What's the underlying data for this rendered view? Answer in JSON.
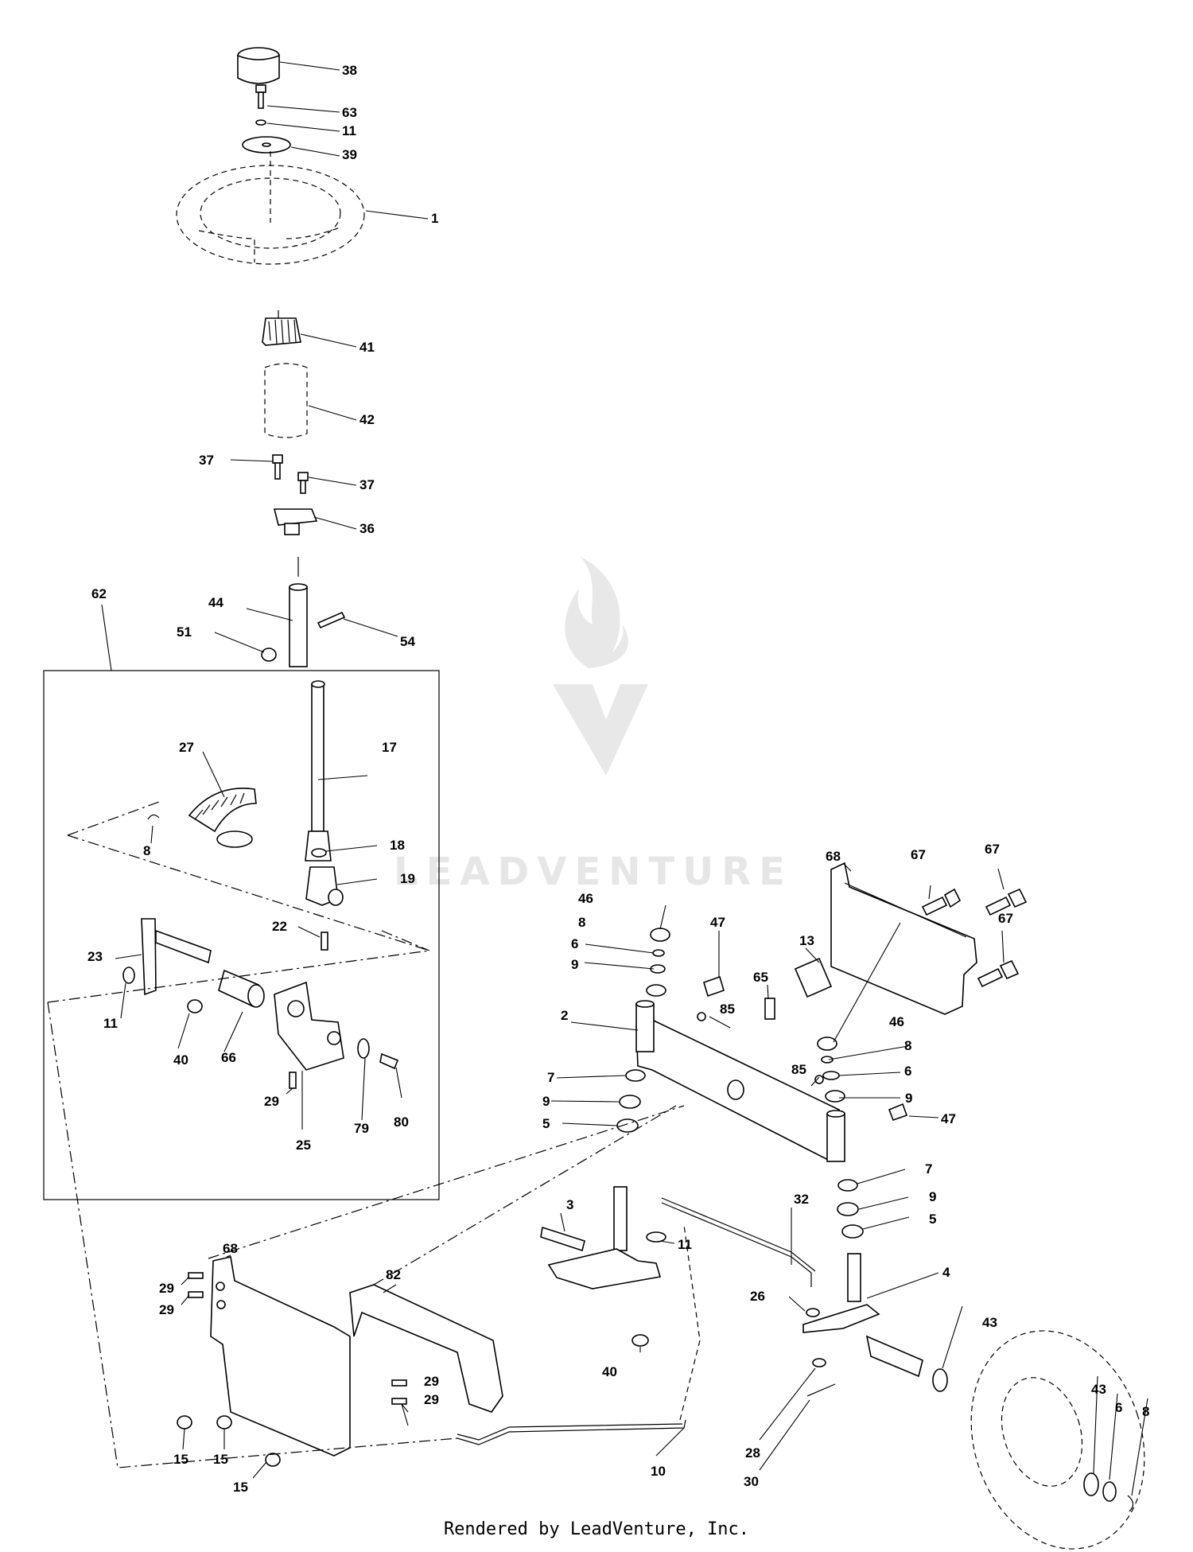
{
  "watermark": {
    "text": "LEADVENTURE"
  },
  "footer": {
    "text": "Rendered by LeadVenture, Inc."
  },
  "callouts": {
    "c38": "38",
    "c63": "63",
    "c11a": "11",
    "c39": "39",
    "c1": "1",
    "c41": "41",
    "c42": "42",
    "c37a": "37",
    "c37b": "37",
    "c36": "36",
    "c62": "62",
    "c44": "44",
    "c54": "54",
    "c51": "51",
    "c27": "27",
    "c17": "17",
    "c8a": "8",
    "c18": "18",
    "c19": "19",
    "c22": "22",
    "c23": "23",
    "c11b": "11",
    "c40a": "40",
    "c66": "66",
    "c29a": "29",
    "c25": "25",
    "c79": "79",
    "c80": "80",
    "c68a": "68",
    "c67a": "67",
    "c67b": "67",
    "c67c": "67",
    "c13": "13",
    "c46a": "46",
    "c8b": "8",
    "c47a": "47",
    "c6a": "6",
    "c9a": "9",
    "c65": "65",
    "c85a": "85",
    "c2": "2",
    "c46b": "46",
    "c8c": "8",
    "c6b": "6",
    "c7a": "7",
    "c85b": "85",
    "c9b": "9",
    "c9c": "9",
    "c5a": "5",
    "c47b": "47",
    "c7b": "7",
    "c9d": "9",
    "c3": "3",
    "c32": "32",
    "c5b": "5",
    "c11c": "11",
    "c4": "4",
    "c26": "26",
    "c68b": "68",
    "c82": "82",
    "c29b": "29",
    "c29c": "29",
    "c43a": "43",
    "c40b": "40",
    "c29d": "29",
    "c29e": "29",
    "c43b": "43",
    "c6c": "6",
    "c8d": "8",
    "c28": "28",
    "c15a": "15",
    "c15b": "15",
    "c15c": "15",
    "c10": "10",
    "c30": "30"
  }
}
